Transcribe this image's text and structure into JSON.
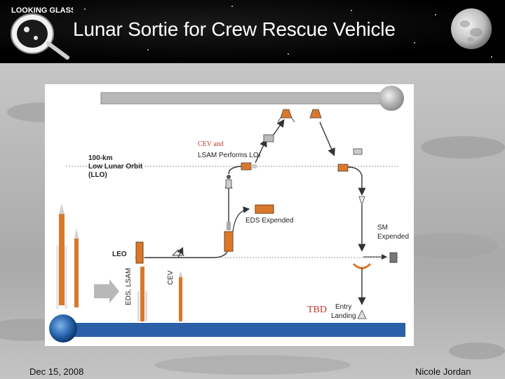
{
  "slide": {
    "title": "Lunar Sortie for Crew Rescue Vehicle",
    "footer_date": "Dec 15, 2008",
    "footer_author": "Nicole Jordan"
  },
  "logo": {
    "text": "LOOKING GLASS"
  },
  "diagram": {
    "llo_label_line1": "100-km",
    "llo_label_line2": "Low Lunar Orbit",
    "llo_label_line3": "(LLO)",
    "cev_and": "CEV and",
    "lsam_loi": "LSAM Performs LOI",
    "eds_expended": "EDS Expended",
    "sm_expended_line1": "SM",
    "sm_expended_line2": "Expended",
    "leo": "LEO",
    "eds_lsam": "EDS, LSAM",
    "cev": "CEV",
    "tbd": "TBD",
    "entry_line1": "Entry",
    "entry_line2": "Landing"
  },
  "colors": {
    "header_bg": "#000000",
    "title_text": "#ffffff",
    "earth_surface": "#2b5fa8",
    "moon_bar": "#b8b8b8",
    "rocket_orange": "#d9782b",
    "annotation_red": "#c0392b",
    "arrow": "#333333"
  },
  "icons": [
    "looking-glass-logo",
    "moon-icon",
    "earth-icon",
    "rocket-icon",
    "capsule-icon",
    "arrow-right-icon"
  ]
}
